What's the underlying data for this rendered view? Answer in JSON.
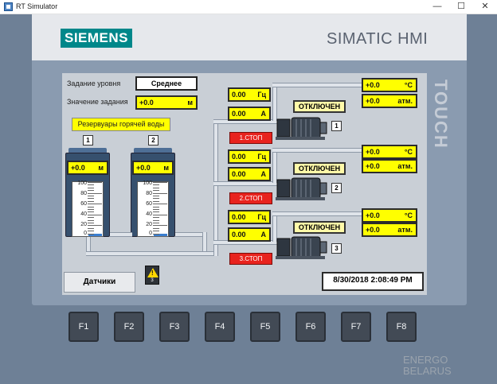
{
  "window": {
    "title": "RT Simulator",
    "minimize": "—",
    "maximize": "☐",
    "close": "✕"
  },
  "device": {
    "brand": "SIEMENS",
    "model": "SIMATIC HMI",
    "side_label": "TOUCH",
    "function_keys": [
      "F1",
      "F2",
      "F3",
      "F4",
      "F5",
      "F6",
      "F7",
      "F8"
    ]
  },
  "screen": {
    "level_setpoint_label": "Задание уровня",
    "level_setpoint_value": "Среднее",
    "setpoint_value_label": "Значение задания",
    "setpoint_value": "+0.0",
    "setpoint_unit": "м",
    "reservoirs_banner": "Резервуары горячей воды",
    "tanks": [
      {
        "number": "1",
        "level": "+0.0",
        "unit": "м",
        "fill_fraction": 0.05
      },
      {
        "number": "2",
        "level": "+0.0",
        "unit": "м",
        "fill_fraction": 0.05
      }
    ],
    "scale_ticks": [
      "100",
      "80",
      "60",
      "40",
      "20",
      "0"
    ],
    "pumps": [
      {
        "number": "1",
        "frequency": "0.00",
        "frequency_unit": "Гц",
        "current": "0.00",
        "current_unit": "A",
        "stop_label": "1.СТОП",
        "status": "ОТКЛЮЧЕН",
        "temperature": "+0.0",
        "temperature_unit": "°C",
        "pressure": "+0.0",
        "pressure_unit": "атм."
      },
      {
        "number": "2",
        "frequency": "0.00",
        "frequency_unit": "Гц",
        "current": "0.00",
        "current_unit": "A",
        "stop_label": "2.СТОП",
        "status": "ОТКЛЮЧЕН",
        "temperature": "+0.0",
        "temperature_unit": "°C",
        "pressure": "+0.0",
        "pressure_unit": "атм."
      },
      {
        "number": "3",
        "frequency": "0.00",
        "frequency_unit": "Гц",
        "current": "0.00",
        "current_unit": "A",
        "stop_label": "3.СТОП",
        "status": "ОТКЛЮЧЕН",
        "temperature": "+0.0",
        "temperature_unit": "°C",
        "pressure": "+0.0",
        "pressure_unit": "атм."
      }
    ],
    "sensors_button": "Датчики",
    "alarm_icon": "warning-icon",
    "alarm_count": "3",
    "datetime": "8/30/2018 2:08:49 PM"
  },
  "watermark": {
    "line1": "ENERGO",
    "line2": "BELARUS"
  },
  "colors": {
    "field_yellow": "#ffff00",
    "stop_red": "#e8231e",
    "brand_teal": "#00878a",
    "tank_blue": "#36506e",
    "water_blue": "#3b7fd0"
  }
}
